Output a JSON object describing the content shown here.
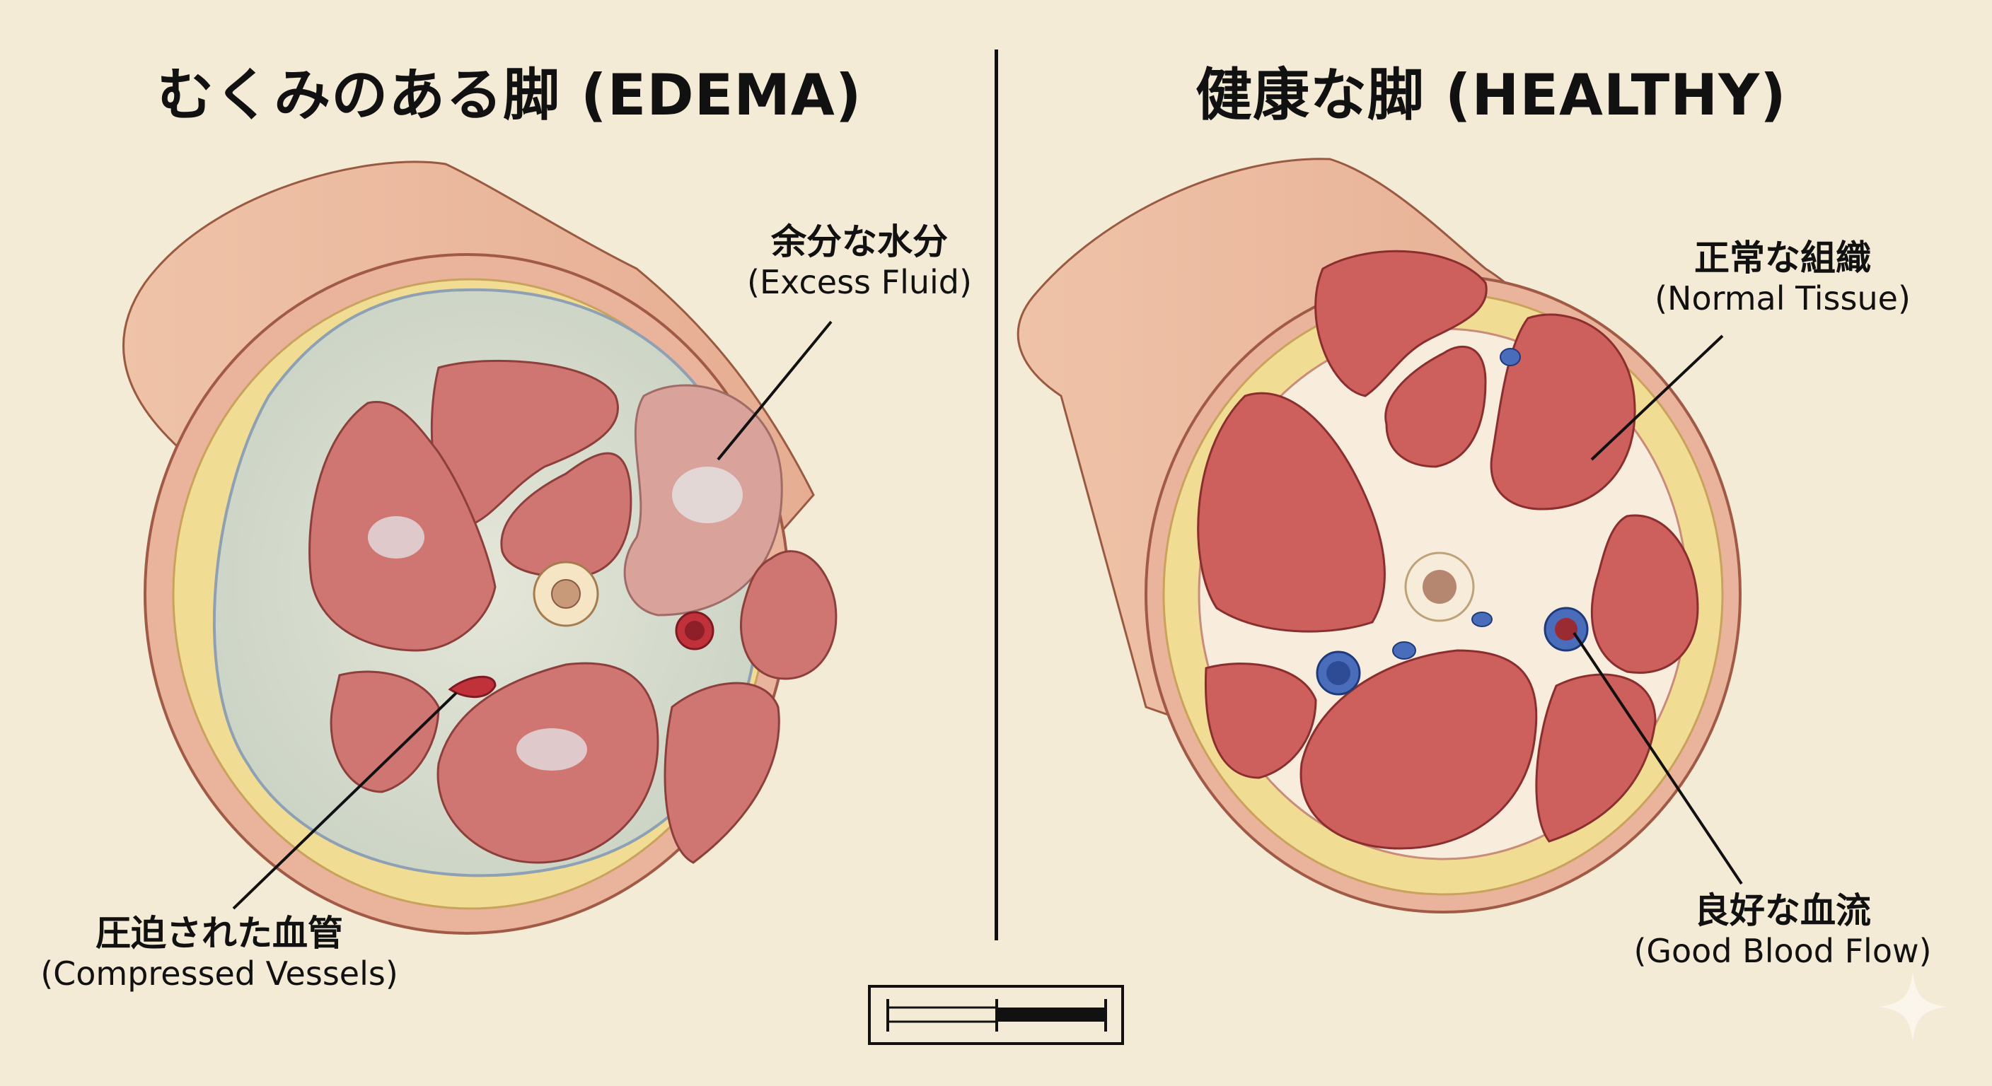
{
  "titles": {
    "left": "むくみのある脚 (EDEMA)",
    "right": "健康な脚 (HEALTHY)"
  },
  "labels": {
    "excess_fluid": {
      "jp": "余分な水分",
      "en": "(Excess Fluid)"
    },
    "compressed_vessels": {
      "jp": "圧迫された血管",
      "en": "(Compressed Vessels)"
    },
    "normal_tissue": {
      "jp": "正常な組織",
      "en": "(Normal Tissue)"
    },
    "good_blood_flow": {
      "jp": "良好な血流",
      "en": "(Good Blood Flow)"
    }
  },
  "icons": {
    "scale_bar": "scale-bar-icon",
    "sparkle": "sparkle-icon"
  },
  "colors": {
    "background": "#f3ebd6",
    "skin": "#eab99e",
    "fat": "#f1dc94",
    "muscle": "#cf6f6c",
    "fluid": "#d6dcc9",
    "vein": "#3a5aa8",
    "artery": "#c0313a"
  }
}
